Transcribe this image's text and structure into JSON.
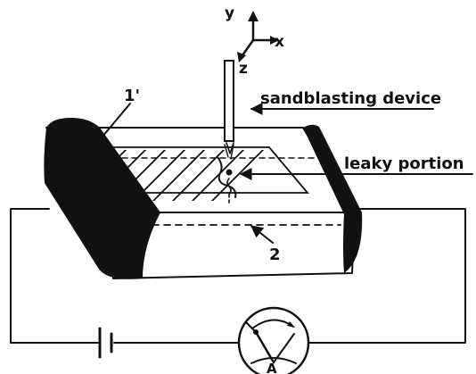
{
  "axes": {
    "y": "y",
    "x": "x",
    "z": "z"
  },
  "labels": {
    "device": "sandblasting device",
    "leak": "leaky portion",
    "ref1": "1'",
    "ref2": "2",
    "meter": "A"
  },
  "colors": {
    "ink": "#111111",
    "background": "#ffffff"
  }
}
